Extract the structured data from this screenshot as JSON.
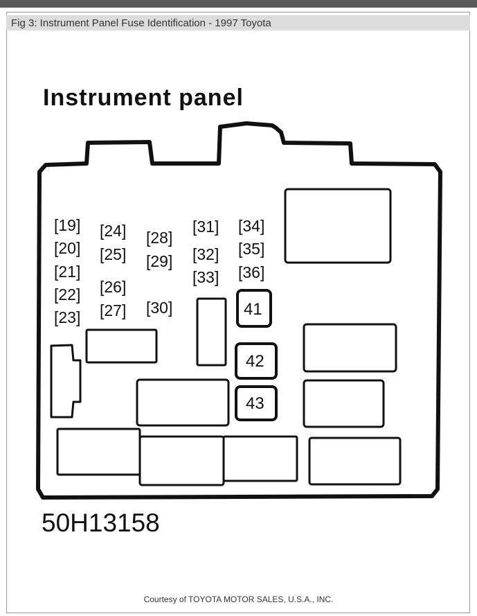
{
  "figure": {
    "caption": "Fig 3: Instrument Panel Fuse Identification - 1997 Toyota",
    "title": "Instrument panel",
    "part_code": "50H13158",
    "courtesy": "Courtesy of TOYOTA MOTOR SALES, U.S.A., INC."
  },
  "fuses": [
    {
      "id": "f19",
      "label": "[19]"
    },
    {
      "id": "f20",
      "label": "[20]"
    },
    {
      "id": "f21",
      "label": "[21]"
    },
    {
      "id": "f22",
      "label": "[22]"
    },
    {
      "id": "f23",
      "label": "[23]"
    },
    {
      "id": "f24",
      "label": "[24]"
    },
    {
      "id": "f25",
      "label": "[25]"
    },
    {
      "id": "f26",
      "label": "[26]"
    },
    {
      "id": "f27",
      "label": "[27]"
    },
    {
      "id": "f28",
      "label": "[28]"
    },
    {
      "id": "f29",
      "label": "[29]"
    },
    {
      "id": "f30",
      "label": "[30]"
    },
    {
      "id": "f31",
      "label": "[31]"
    },
    {
      "id": "f32",
      "label": "[32]"
    },
    {
      "id": "f33",
      "label": "[33]"
    },
    {
      "id": "f34",
      "label": "[34]"
    },
    {
      "id": "f35",
      "label": "[35]"
    },
    {
      "id": "f36",
      "label": "[36]"
    }
  ],
  "large_fuses": [
    {
      "id": "f41",
      "label": "41"
    },
    {
      "id": "f42",
      "label": "42"
    },
    {
      "id": "f43",
      "label": "43"
    }
  ],
  "colors": {
    "outline": "#111111",
    "caption_bar": "#dcdcdc",
    "top_bar": "#5a5a5a"
  }
}
